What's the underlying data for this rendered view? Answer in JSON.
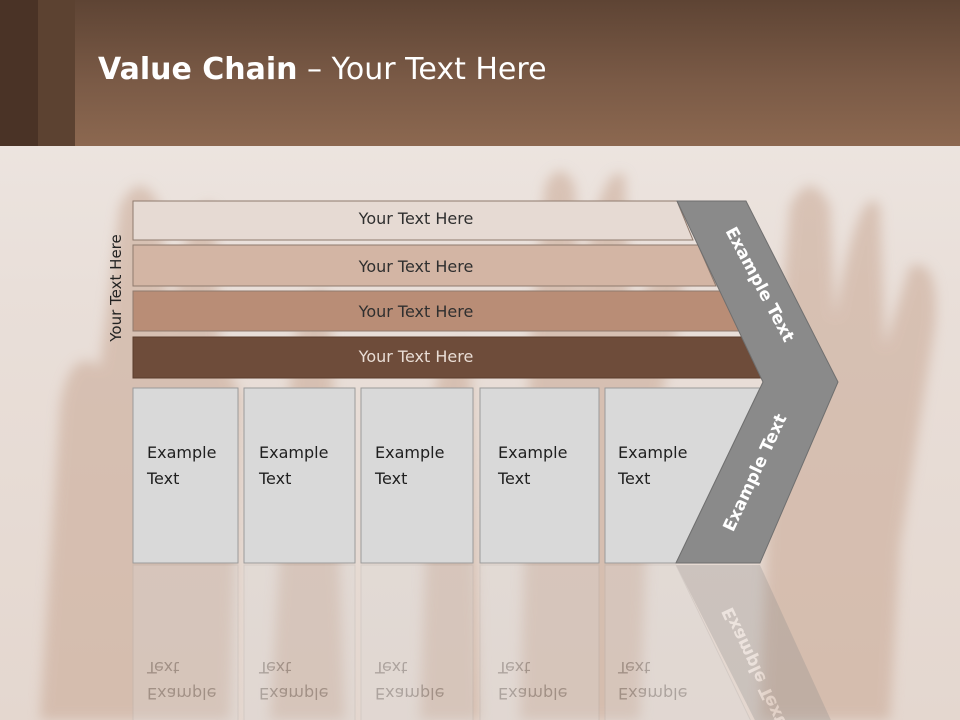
{
  "title": {
    "bold": "Value Chain",
    "rest": " – Your Text Here"
  },
  "vertical_label": "Your Text Here",
  "rows": [
    {
      "label": "Your Text Here",
      "color": "#e6dad3"
    },
    {
      "label": "Your Text Here",
      "color": "#d3b5a4"
    },
    {
      "label": "Your Text Here",
      "color": "#b98d76"
    },
    {
      "label": "Your Text Here",
      "color": "#6e4c3a"
    }
  ],
  "columns": [
    {
      "line1": "Example",
      "line2": "Text"
    },
    {
      "line1": "Example",
      "line2": "Text"
    },
    {
      "line1": "Example",
      "line2": "Text"
    },
    {
      "line1": "Example",
      "line2": "Text"
    },
    {
      "line1": "Example",
      "line2": "Text"
    }
  ],
  "chevron": {
    "upper": "Example Text",
    "lower": "Example Text",
    "color": "#8a8a8a"
  }
}
